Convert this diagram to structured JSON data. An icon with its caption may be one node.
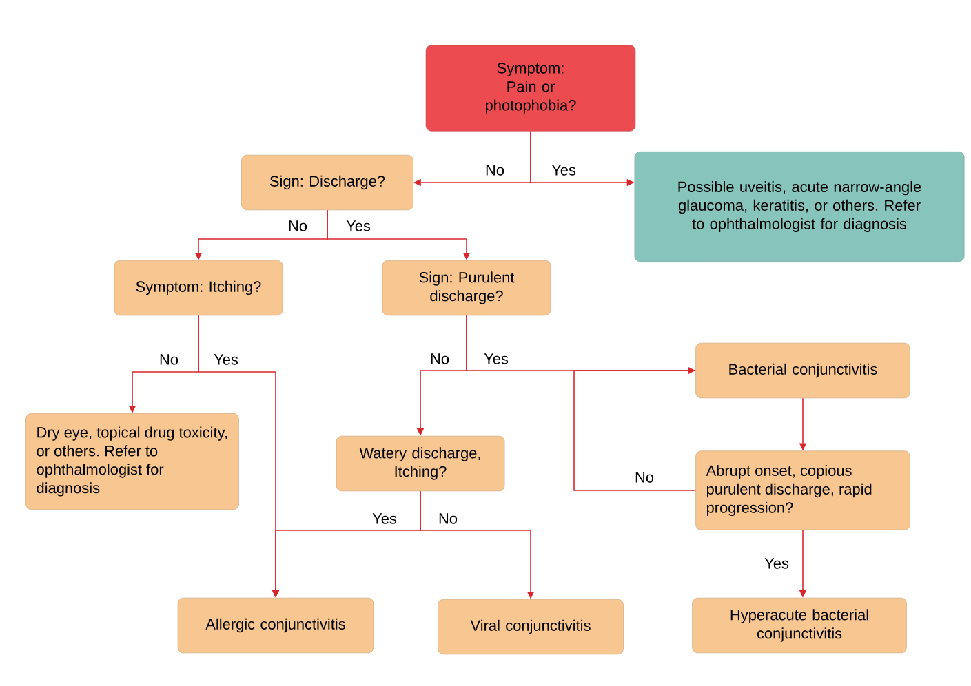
{
  "diagram": {
    "nodes": [
      {
        "text": [
          "Symptom: Pain or photophobia?"
        ]
      },
      {
        "text": [
          "Sign: Discharge?"
        ]
      },
      {
        "text": [
          "Possible uveitis, acute narrow-angle glaucoma, keratitis, or others. Refer to ophthalmologist for diagnosis"
        ]
      },
      {
        "text": [
          "Symptom: Itching?"
        ]
      },
      {
        "text": [
          "Sign: Purulent discharge?"
        ]
      },
      {
        "text": [
          "Bacterial conjunctivitis"
        ]
      },
      {
        "text": [
          "Dry eye, topical drug toxicity, or others. Refer to ophthalmologist for diagnosis"
        ]
      },
      {
        "text": [
          "Watery discharge, Itching?"
        ]
      },
      {
        "text": [
          "Abrupt onset, copious purulent discharge, rapid progression?"
        ]
      },
      {
        "text": [
          "Allergic conjunctivitis"
        ]
      },
      {
        "text": [
          "Viral conjunctivitis"
        ]
      },
      {
        "text": [
          "Hyperacute bacterial conjunctivitis"
        ]
      }
    ],
    "edges": [
      {
        "from": 0,
        "to": 1,
        "arrow": "to",
        "label": "No"
      },
      {
        "from": 0,
        "to": 2,
        "arrow": "to",
        "label": "Yes"
      },
      {
        "from": 1,
        "to": 3,
        "arrow": "to",
        "label": "No"
      },
      {
        "from": 1,
        "to": 4,
        "arrow": "to",
        "label": "Yes"
      },
      {
        "from": 3,
        "to": 6,
        "arrow": "to",
        "label": "No"
      },
      {
        "from": 3,
        "to": 9,
        "arrow": "to",
        "label": "Yes"
      },
      {
        "from": 4,
        "to": 7,
        "arrow": "to",
        "label": "No"
      },
      {
        "from": 4,
        "to": 5,
        "arrow": "none",
        "label": "Yes"
      },
      {
        "from": 5,
        "to": 8,
        "arrow": "to"
      },
      {
        "from": 8,
        "to": 5,
        "arrow": "to",
        "label": "No"
      },
      {
        "from": 7,
        "to": 9,
        "arrow": "to",
        "label": "Yes"
      },
      {
        "from": 7,
        "to": 10,
        "arrow": "to",
        "label": "No"
      },
      {
        "from": 8,
        "to": 11,
        "arrow": "to",
        "label": "Yes"
      }
    ]
  }
}
